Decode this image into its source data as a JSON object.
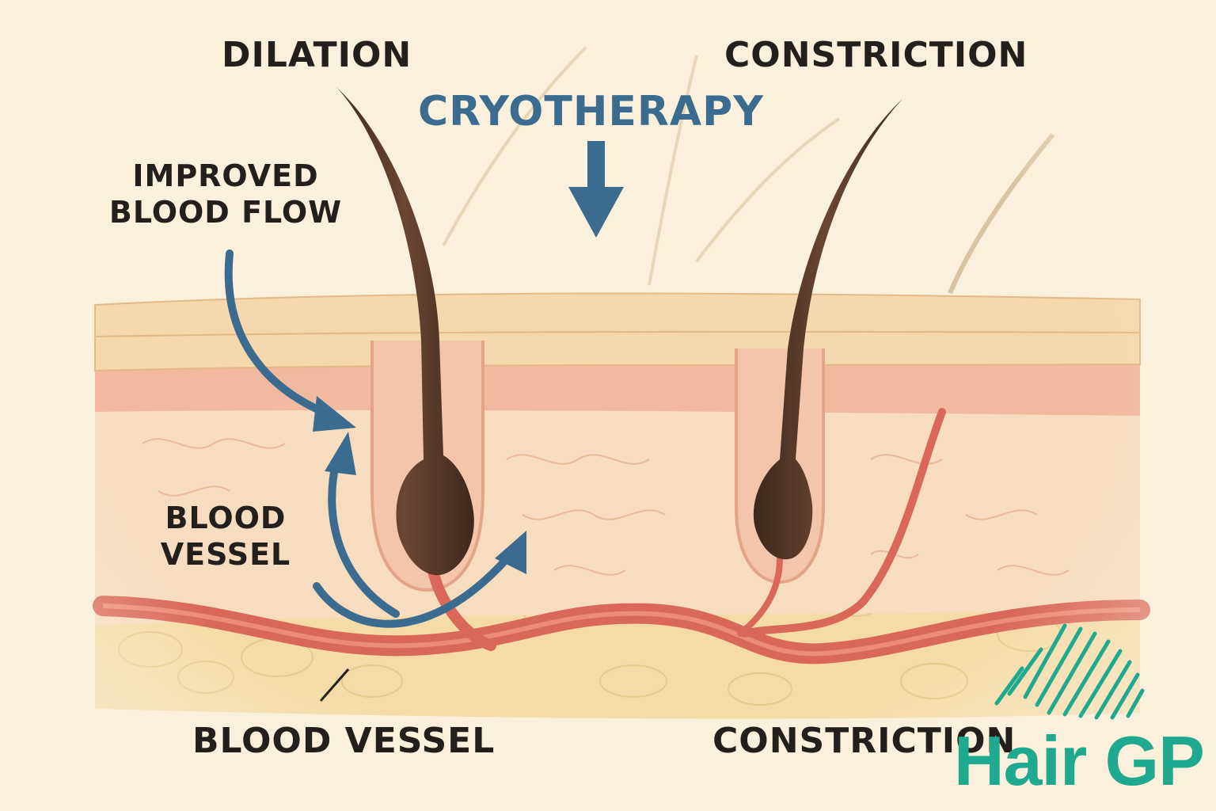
{
  "diagram": {
    "title": "CRYOTHERAPY",
    "labels": {
      "dilation": "DILATION",
      "constriction_top": "CONSTRICTION",
      "improved_blood_flow": "IMPROVED BLOOD FLOW",
      "blood_vessel_left": "BLOOD VESSEL",
      "blood_vessel_bottom": "BLOOD VESSEL",
      "constriction_bottom": "CONSTRICTION"
    }
  },
  "logo": {
    "text": "Hair GP",
    "mark": "hair-strands-icon"
  },
  "colors": {
    "background": "#fbf0db",
    "epidermis": "#f5d8ad",
    "dermis_upper": "#f0b9a0",
    "dermis": "#f7dcc0",
    "fat": "#f5dba8",
    "hair": "#5a3a28",
    "vessel": "#d9685a",
    "arrow_blue": "#3b6c8f",
    "logo": "#1fa98e"
  }
}
